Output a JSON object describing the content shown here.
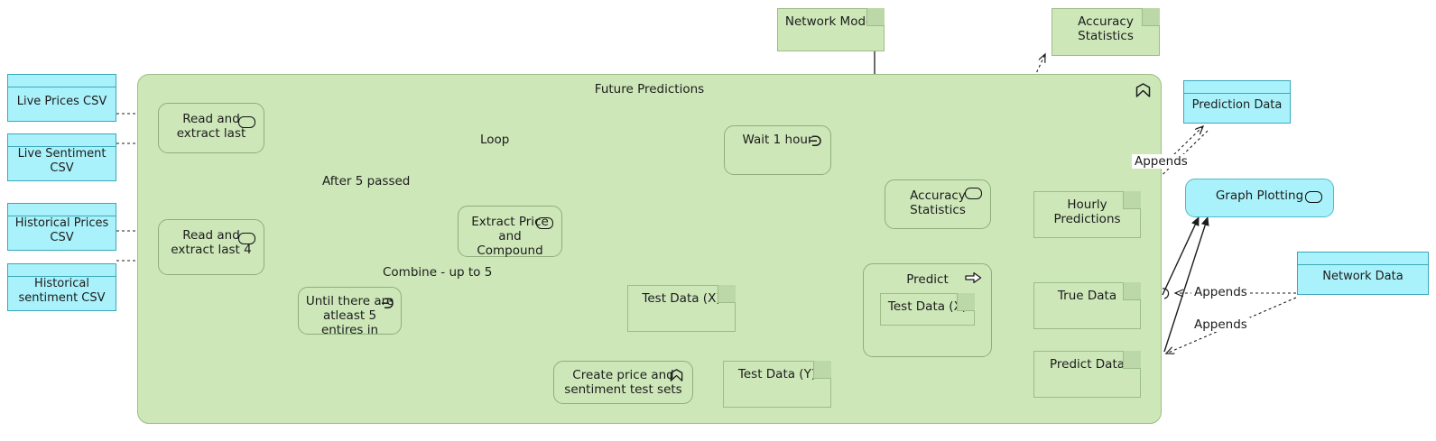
{
  "diagram": {
    "type": "uml-activity-diagram",
    "title": "Future Predictions",
    "colors": {
      "frame_fill": "#cde7b9",
      "frame_stroke": "#9cbd86",
      "node_fill": "#cde7b9",
      "node_stroke": "#8fae7c",
      "data_fill": "#aaf2fb",
      "data_stroke": "#3aa8bb",
      "edge": "#1c1c1c",
      "text": "#1c1c1c"
    }
  },
  "inputs": [
    {
      "label": "Live Prices CSV",
      "icon": "data-box-icon"
    },
    {
      "label": "Live Sentiment CSV",
      "icon": "data-box-icon"
    },
    {
      "label": "Historical Prices CSV",
      "icon": "data-box-icon"
    },
    {
      "label": "Historical sentiment CSV",
      "icon": "data-box-icon"
    }
  ],
  "frame": {
    "title": "Future Predictions",
    "marker_icon": "activity-chevron-icon"
  },
  "actions": [
    {
      "id": "read-extract-last",
      "label": "Read and extract last",
      "icon": "rounded-rect-icon"
    },
    {
      "id": "read-extract-last-4",
      "label": "Read and extract last 4",
      "icon": "rounded-rect-icon"
    },
    {
      "id": "until-five-entries",
      "label": "Until there are atleast 5 entires in",
      "icon": "loop-icon"
    },
    {
      "id": "extract-price-compound",
      "label": "Extract Price and Compound",
      "icon": "rounded-rect-icon"
    },
    {
      "id": "wait-1-hour",
      "label": "Wait 1 hour",
      "icon": "loop-icon"
    },
    {
      "id": "create-test-sets",
      "label": "Create price and sentiment test sets",
      "icon": "activity-chevron-icon"
    },
    {
      "id": "accuracy-statistics",
      "label": "Accuracy Statistics",
      "icon": "rounded-rect-icon"
    },
    {
      "id": "predict",
      "label": "Predict",
      "icon": "call-arrow-icon"
    },
    {
      "id": "graph-plotting",
      "label": "Graph Plotting",
      "icon": "rounded-rect-icon"
    }
  ],
  "artifacts": [
    {
      "id": "network-model-top",
      "label": "Network Model"
    },
    {
      "id": "accuracy-stats-top",
      "label": "Accuracy Statistics"
    },
    {
      "id": "test-data-x",
      "label": "Test Data (X)"
    },
    {
      "id": "test-data-y",
      "label": "Test Data (Y)"
    },
    {
      "id": "test-data-x-inner",
      "label": "Test Data (X)"
    },
    {
      "id": "hourly-predictions",
      "label": "Hourly Predictions"
    },
    {
      "id": "true-data",
      "label": "True Data"
    },
    {
      "id": "predict-data",
      "label": "Predict Data"
    }
  ],
  "data_stores": [
    {
      "id": "prediction-data",
      "label": "Prediction Data"
    },
    {
      "id": "network-data",
      "label": "Network Data"
    }
  ],
  "edge_labels": [
    {
      "id": "loop",
      "text": "Loop"
    },
    {
      "id": "after-5-passed",
      "text": "After 5 passed"
    },
    {
      "id": "combine-up-to-5",
      "text": "Combine - up to 5"
    },
    {
      "id": "appends-prediction",
      "text": "Appends"
    },
    {
      "id": "appends-true",
      "text": "Appends"
    },
    {
      "id": "appends-predict",
      "text": "Appends"
    }
  ]
}
